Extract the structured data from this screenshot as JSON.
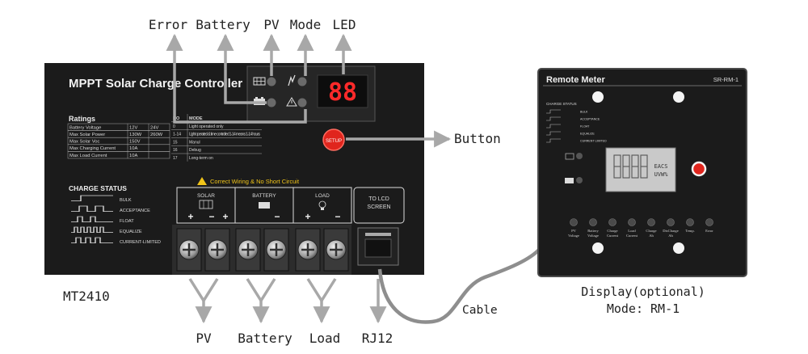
{
  "callouts_top": {
    "error": "Error",
    "battery": "Battery",
    "pv": "PV",
    "mode": "Mode",
    "led": "LED"
  },
  "callout_button": "Button",
  "callouts_bottom": {
    "pv": "PV",
    "battery": "Battery",
    "load": "Load",
    "rj12": "RJ12"
  },
  "cable_label": "Cable",
  "model_label": "MT2410",
  "display_caption": {
    "line1": "Display(optional)",
    "line2": "Mode: RM-1"
  },
  "controller": {
    "title": "MPPT Solar Charge Controller",
    "led_display": "88",
    "setup_label": "SETUP",
    "ratings": {
      "heading": "Ratings",
      "rows": [
        [
          "Battery Voltage",
          "12V",
          "24V"
        ],
        [
          "Max Solar Power",
          "130W",
          "260W"
        ],
        [
          "Max Solar Voc",
          "150V",
          ""
        ],
        [
          "Max Charging Current",
          "10A",
          ""
        ],
        [
          "Max Load Current",
          "10A",
          ""
        ]
      ]
    },
    "mode_table": {
      "headers": [
        "NO",
        "MODE"
      ],
      "rows": [
        [
          "0",
          "Light operated only"
        ],
        [
          "1-14",
          "Light operated & time controlled 1-14 means 1-14 hours"
        ],
        [
          "15",
          "Manul"
        ],
        [
          "16",
          "Debug"
        ],
        [
          "17",
          "Long-term on"
        ]
      ]
    },
    "warning": "Correct Wiring & No Short Circuit",
    "charge_status": {
      "heading": "CHARGE STATUS",
      "items": [
        "BULK",
        "ACCEPTANCE",
        "FLOAT",
        "EQUALIZE",
        "CURRENT-LIMITED"
      ]
    },
    "terminals": {
      "solar": "SOLAR",
      "battery": "BATTERY",
      "load": "LOAD",
      "lcd_line1": "TO LCD",
      "lcd_line2": "SCREEN",
      "plus": "+",
      "minus": "−"
    }
  },
  "remote": {
    "title": "Remote Meter",
    "model": "SR-RM-1",
    "charge_status": "CHARGE STATUS",
    "status_items": [
      "BULK",
      "ACCEPTANCE",
      "FLOAT",
      "EQUALIZE",
      "CURRENT LIMITED"
    ],
    "lcd_text1": "EACS",
    "lcd_text2": "UVW%",
    "indicators": [
      "PV Voltage",
      "Battery Voltage",
      "Charge Current",
      "Load Current",
      "Charge Ah",
      "DisCharge Ah",
      "Temp.",
      "Error"
    ]
  },
  "colors": {
    "panel": "#1b1b1b",
    "arrow": "#a8a8a8",
    "led_red": "#ff2a2a",
    "setup_red": "#e0251d",
    "warning_yellow": "#f0c419"
  }
}
